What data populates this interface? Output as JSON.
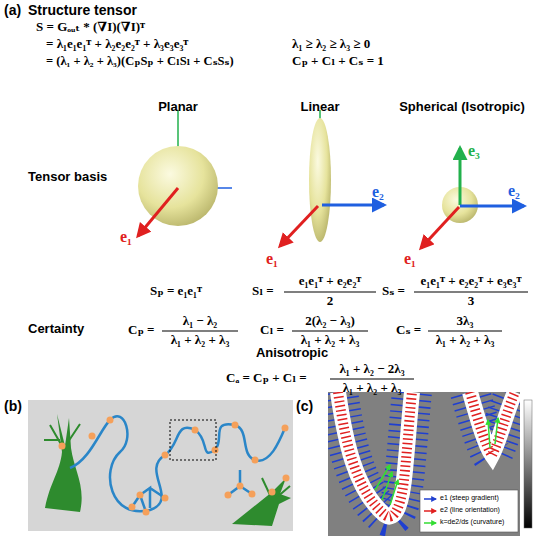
{
  "diagram": {
    "labels": [
      "(a)",
      "Structure tensor",
      "S = Gₒᵤₜ * (∇I)(∇I)ᵀ",
      "= λ₁e₁e₁ᵀ + λ₂e₂e₂ᵀ + λ₃e₃e₃ᵀ",
      "λ₁ ≥ λ₂ ≥ λ₃ ≥ 0",
      "= (λ₁ + λ₂ + λ₃)(CₚSₚ + CₗSₗ + CₛSₛ)",
      "Cₚ + Cₗ + Cₛ = 1",
      "Planar",
      "Linear",
      "Spherical (Isotropic)",
      "Tensor basis",
      "e₁",
      "e₁",
      "e₂",
      "e₃",
      "e₂",
      "e₁",
      "Sₚ = e₁e₁ᵀ",
      "Sₗ =",
      "e₁e₁ᵀ + e₂e₂ᵀ",
      "2",
      "Sₛ =",
      "e₁e₁ᵀ + e₂e₂ᵀ + e₃e₃ᵀ",
      "3",
      "Certainty",
      "Cₚ =",
      "λ₁ − λ₂",
      "λ₁ + λ₂ + λ₃",
      "Cₗ =",
      "2(λ₂ − λ₃)",
      "λ₁ + λ₂ + λ₃",
      "Cₛ =",
      "3λ₃",
      "λ₁ + λ₂ + λ₃",
      "Anisotropic",
      "Cₐ = Cₚ + Cₗ =",
      "λ₁ + λ₂ − 2λ₃",
      "λ₁ + λ₂ + λ₃",
      "(b)",
      "(c)"
    ],
    "legend": [
      {
        "text": "e1 (steep gradient)"
      },
      {
        "text": "e2 (line orientation)"
      },
      {
        "text": "k=de2/ds (curvature)"
      }
    ]
  }
}
